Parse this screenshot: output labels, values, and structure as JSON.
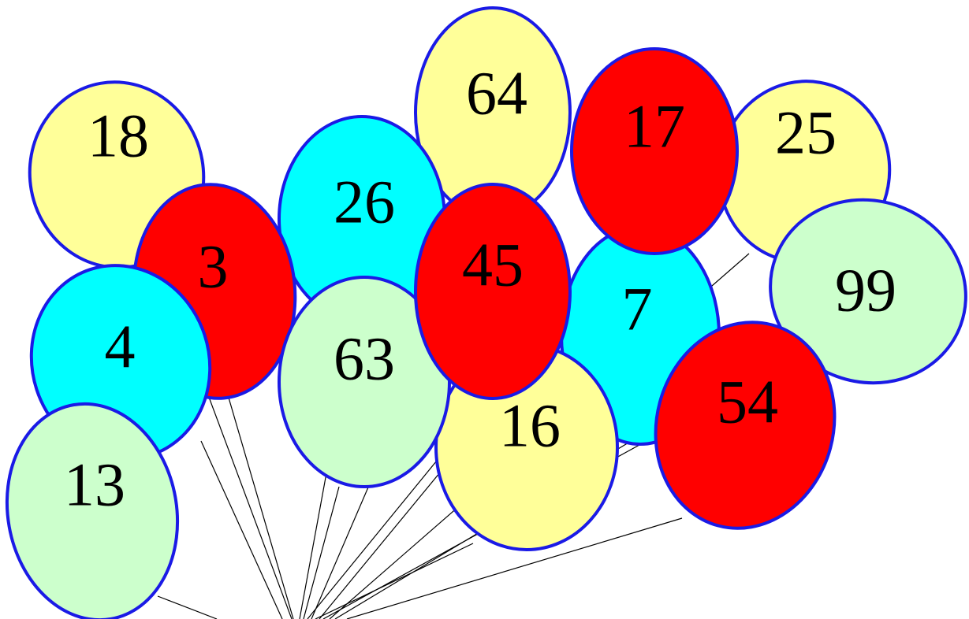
{
  "colors": {
    "yellow": "#ffff99",
    "red": "#ff0000",
    "cyan": "#00ffff",
    "green": "#ccffcc",
    "outline": "#1a1ae6",
    "string": "#000000"
  },
  "balloons": [
    {
      "id": "18",
      "label": "18",
      "color": "yellow"
    },
    {
      "id": "64",
      "label": "64",
      "color": "yellow"
    },
    {
      "id": "25",
      "label": "25",
      "color": "yellow"
    },
    {
      "id": "99",
      "label": "99",
      "color": "green"
    },
    {
      "id": "26",
      "label": "26",
      "color": "cyan"
    },
    {
      "id": "3",
      "label": "3",
      "color": "red"
    },
    {
      "id": "4",
      "label": "4",
      "color": "cyan"
    },
    {
      "id": "13",
      "label": "13",
      "color": "green"
    },
    {
      "id": "7",
      "label": "7",
      "color": "cyan"
    },
    {
      "id": "17",
      "label": "17",
      "color": "red"
    },
    {
      "id": "16",
      "label": "16",
      "color": "yellow"
    },
    {
      "id": "63",
      "label": "63",
      "color": "green"
    },
    {
      "id": "45",
      "label": "45",
      "color": "red"
    },
    {
      "id": "54",
      "label": "54",
      "color": "red"
    }
  ]
}
